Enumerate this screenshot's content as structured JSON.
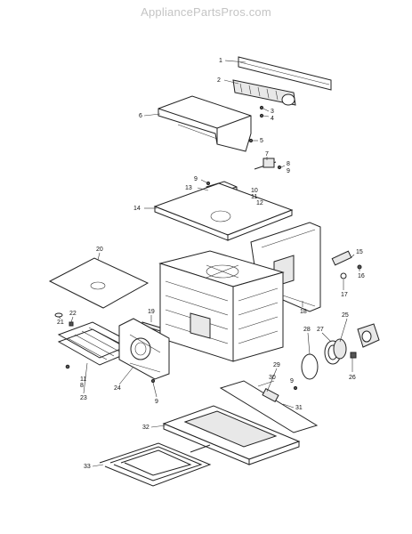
{
  "watermark": "AppliancePartsPros.com",
  "callouts": [
    "1",
    "2",
    "3",
    "4",
    "5",
    "6",
    "7",
    "8",
    "9",
    "9",
    "10",
    "11",
    "12",
    "13",
    "14",
    "15",
    "16",
    "17",
    "18",
    "19",
    "20",
    "21",
    "22",
    "11",
    "8",
    "23",
    "24",
    "9",
    "25",
    "26",
    "27",
    "28",
    "29",
    "9",
    "30",
    "31",
    "32",
    "33"
  ]
}
